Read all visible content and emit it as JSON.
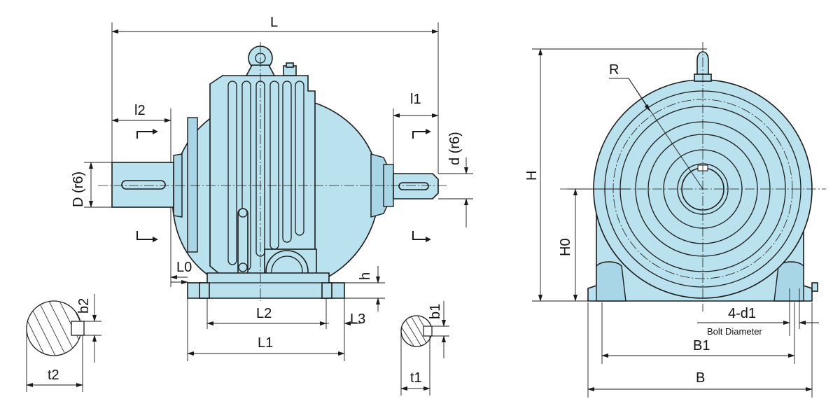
{
  "labels": {
    "L": "L",
    "l2": "l2",
    "l1": "l1",
    "D": "D (r6)",
    "d": "d (r6)",
    "L0": "L0",
    "h": "h",
    "L2": "L2",
    "L3": "L3",
    "L1": "L1",
    "b2": "b2",
    "t2": "t2",
    "b1": "b1",
    "t1": "t1",
    "R": "R",
    "H": "H",
    "H0": "H0",
    "d1": "4-d1",
    "bolt": "Bolt  Diameter",
    "B1": "B1",
    "B": "B"
  },
  "colors": {
    "body": "#b9e1ee",
    "line": "#1b1b1b"
  }
}
